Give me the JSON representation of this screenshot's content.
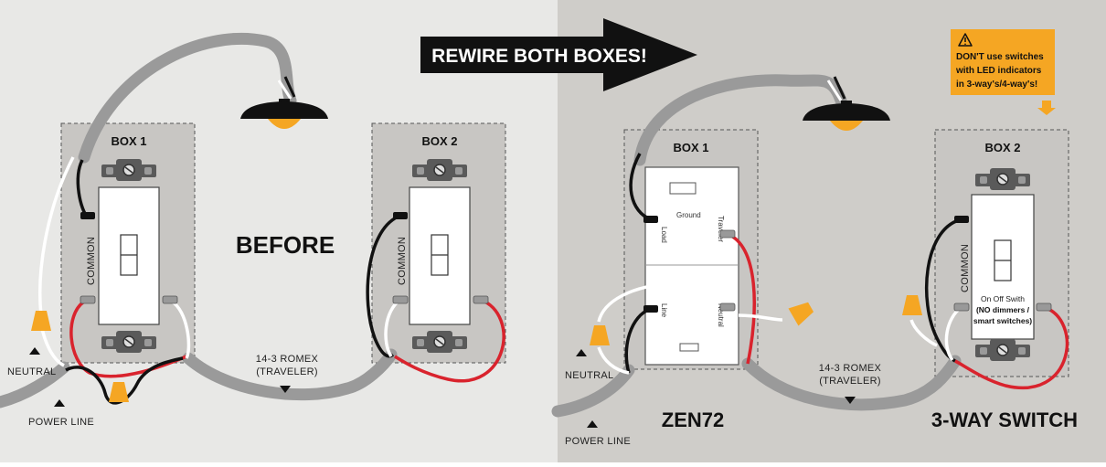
{
  "banner": {
    "text": "REWIRE BOTH BOXES!"
  },
  "before": {
    "box1_title": "BOX 1",
    "box2_title": "BOX 2",
    "common_label_1": "COMMON",
    "common_label_2": "COMMON",
    "big_label": "BEFORE",
    "romex_line1": "14-3 ROMEX",
    "romex_line2": "(TRAVELER)",
    "neutral_label": "NEUTRAL",
    "power_label": "POWER LINE"
  },
  "after": {
    "box1_title": "BOX 1",
    "box2_title": "BOX 2",
    "zen_ground": "Ground",
    "zen_load": "Load",
    "zen_traveler": "Traveler",
    "zen_line": "Line",
    "zen_neutral": "Neutral",
    "common_label": "COMMON",
    "switch_note1": "On Off Swith",
    "switch_note2": "(NO dimmers /",
    "switch_note3": "smart switches)",
    "romex_line1": "14-3 ROMEX",
    "romex_line2": "(TRAVELER)",
    "neutral_label": "NEUTRAL",
    "power_label": "POWER LINE",
    "zen_label": "ZEN72",
    "three_way_label": "3-WAY SWITCH"
  },
  "warning": {
    "line1": "DON'T use switches",
    "line2": "with LED indicators",
    "line3": "in 3-way's/4-way's!"
  },
  "colors": {
    "left_bg": "#e8e8e6",
    "right_bg": "#cfcdc9",
    "box_fill": "#c8c6c3",
    "wire_black": "#111111",
    "wire_red": "#d9232d",
    "wire_white": "#ffffff",
    "cable_gray": "#9a9a9a",
    "nut_orange": "#f5a623",
    "warning_bg": "#f5a623"
  },
  "icons": [
    "warning-icon",
    "ceiling-lamp-icon",
    "wire-nut-icon",
    "arrow-up-icon",
    "arrow-down-icon"
  ]
}
